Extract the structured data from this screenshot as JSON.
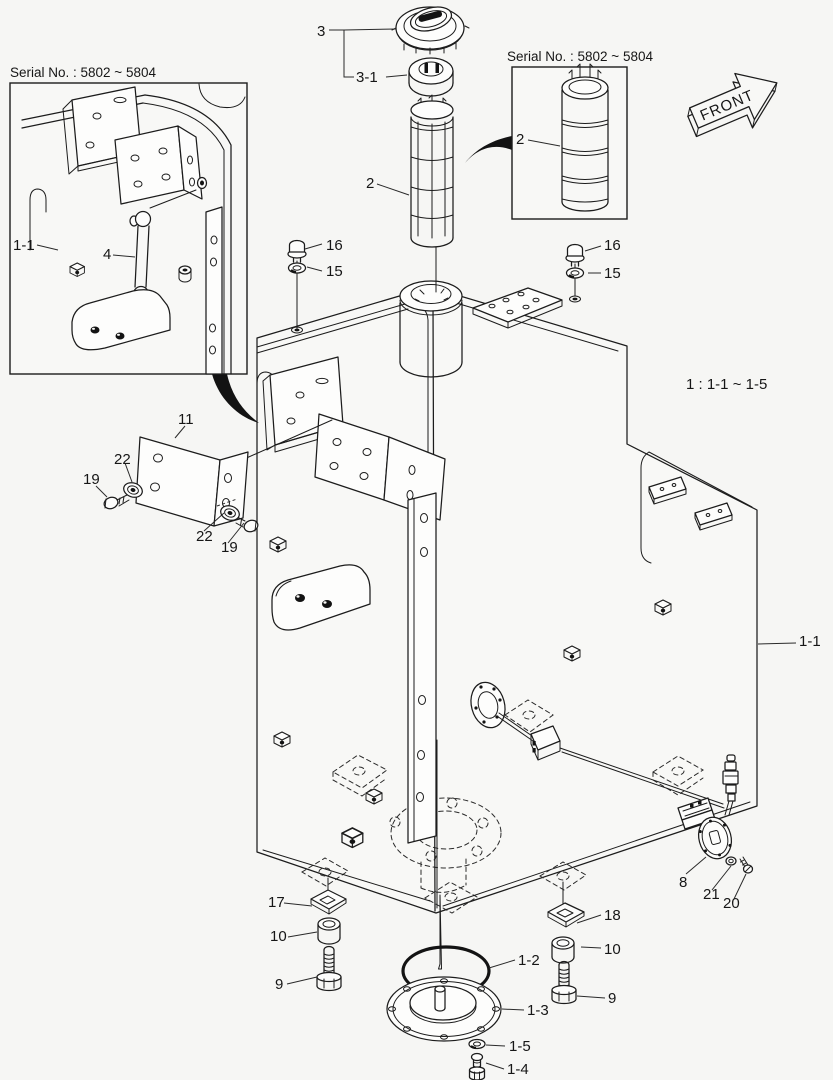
{
  "colors": {
    "background": "#f6f6f4",
    "line": "#1c1c1c"
  },
  "inset_left": {
    "serial_note": "Serial No. : 5802 ~ 5804",
    "callouts": {
      "tank": "1-1",
      "rod": "4"
    }
  },
  "inset_right": {
    "serial_note": "Serial No. : 5802 ~ 5804",
    "callouts": {
      "strainer": "2"
    }
  },
  "front_marker": "FRONT",
  "scale_note": "1 : 1-1 ~ 1-5",
  "callouts": {
    "cap": "3",
    "cap_ring": "3-1",
    "strainer": "2",
    "bolt_top_left": "16",
    "washer_top_left": "15",
    "bolt_top_right": "16",
    "washer_top_right": "15",
    "bracket": "11",
    "washer_bracket_left": "22",
    "bolt_bracket_left": "19",
    "washer_bracket_right": "22",
    "bolt_bracket_right": "19",
    "tank": "1-1",
    "shim_left": "17",
    "spacer_left": "10",
    "bolt_mount_left": "9",
    "shim_right": "18",
    "spacer_right": "10",
    "bolt_mount_right": "9",
    "oring": "1-2",
    "flange": "1-3",
    "flange_washer": "1-5",
    "flange_bolt": "1-4",
    "fuel_sender": "8",
    "sender_washer": "21",
    "sender_bolt": "20"
  }
}
